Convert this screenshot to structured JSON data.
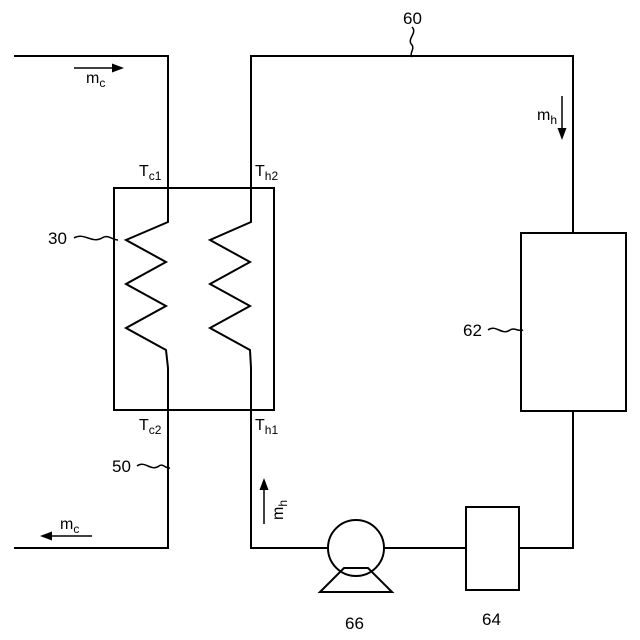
{
  "labels": {
    "mc_top": {
      "main": "m",
      "sub": "c"
    },
    "mc_bottom": {
      "main": "m",
      "sub": "c"
    },
    "mh_right": {
      "main": "m",
      "sub": "h"
    },
    "mh_left": {
      "main": "m",
      "sub": "h"
    },
    "tc1": {
      "main": "T",
      "sub": "c1"
    },
    "th2": {
      "main": "T",
      "sub": "h2"
    },
    "tc2": {
      "main": "T",
      "sub": "c2"
    },
    "th1": {
      "main": "T",
      "sub": "h1"
    }
  },
  "reference_numerals": {
    "heat_exchanger": "30",
    "cold_line": "50",
    "hot_loop": "60",
    "load": "62",
    "component_64": "64",
    "pump": "66"
  }
}
